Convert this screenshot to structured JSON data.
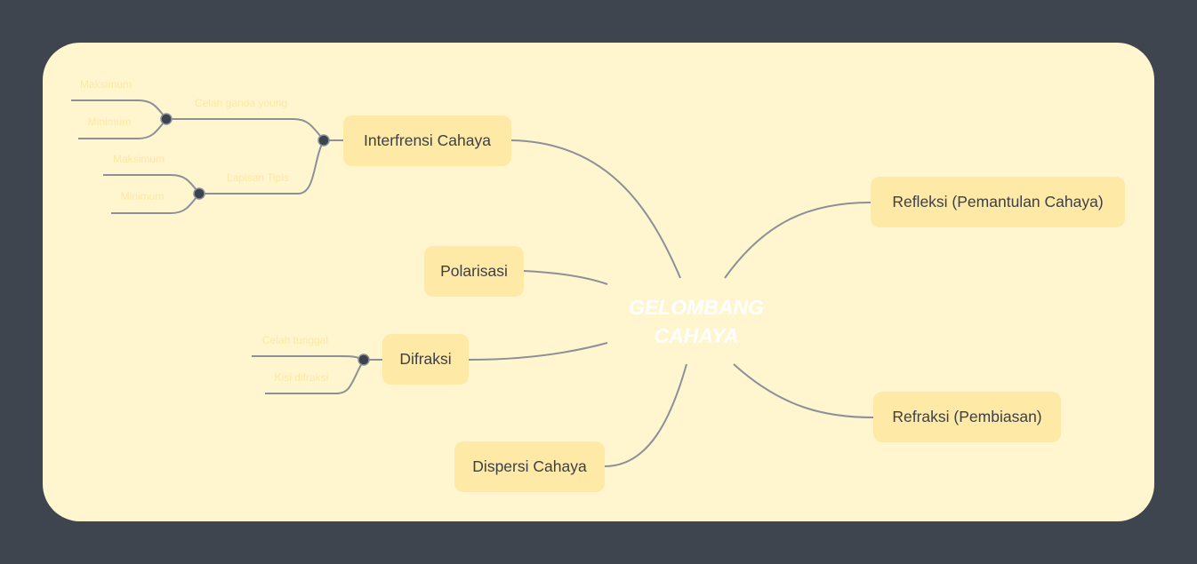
{
  "central_topic": {
    "line1": "GELOMBANG",
    "line2": "CAHAYA"
  },
  "branches": {
    "interfrensi": {
      "label": "Interfrensi Cahaya",
      "children": {
        "celah_ganda": {
          "label": "Celah ganda young",
          "children": [
            "Maksimum",
            "Minimum"
          ]
        },
        "lapisan_tipis": {
          "label": "Lapisan Tipis",
          "children": [
            "Maksimum",
            "Minimum"
          ]
        }
      }
    },
    "polarisasi": {
      "label": "Polarisasi"
    },
    "difraksi": {
      "label": "Difraksi",
      "children": [
        "Celah tunggal",
        "Kisi difraksi"
      ]
    },
    "dispersi": {
      "label": "Dispersi Cahaya"
    },
    "refleksi": {
      "label": "Refleksi (Pemantulan Cahaya)"
    },
    "refraksi": {
      "label": "Refraksi (Pembiasan)"
    }
  },
  "colors": {
    "background": "#3e454e",
    "canvas": "#fff6cf",
    "node_fill": "#fee9a6",
    "connector": "#8a9199",
    "subtopic_text": "#fde8a4",
    "central_text": "#ffffff"
  }
}
